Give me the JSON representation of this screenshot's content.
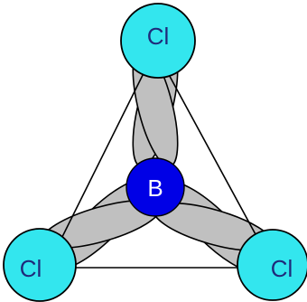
{
  "diagram": {
    "central_atom": {
      "label": "B",
      "color": "#0000e6"
    },
    "outer_atoms": [
      {
        "label": "Cl",
        "color": "#33e6ee"
      },
      {
        "label": "Cl",
        "color": "#33e6ee"
      },
      {
        "label": "Cl",
        "color": "#33e6ee"
      }
    ],
    "lobe_color": "#c0c0c0"
  }
}
